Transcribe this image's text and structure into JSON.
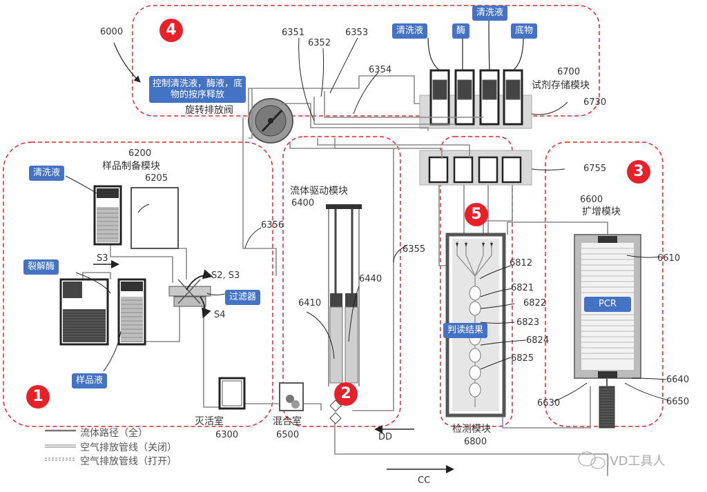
{
  "modules": {
    "system_id": "6000",
    "sample_prep": {
      "label": "样品制备模块",
      "id": "6200"
    },
    "fluid_drive": {
      "label": "流体驱动模块",
      "id": "6400"
    },
    "reagent_storage": {
      "id": "6700",
      "label": "试剂存储模块"
    },
    "amplification": {
      "id": "6600",
      "label": "扩增模块"
    },
    "detection": {
      "label": "检测模块",
      "id": "6800"
    },
    "rotary_valve": {
      "label": "旋转排放阀"
    },
    "inactivation_chamber": {
      "label": "灭活室",
      "id": "6300"
    },
    "mixing_chamber": {
      "label": "混合室",
      "id": "6500"
    }
  },
  "labels": {
    "l6205": "6205",
    "l6351": "6351",
    "l6352": "6352",
    "l6353": "6353",
    "l6354": "6354",
    "l6355": "6355",
    "l6356": "6356",
    "l6410": "6410",
    "l6440": "6440",
    "l6730": "6730",
    "l6755": "6755",
    "l6610": "6610",
    "l6640": "6640",
    "l6650": "6650",
    "l6630": "6630",
    "l6812": "6812",
    "l6821": "6821",
    "l6822": "6822",
    "l6823": "6823",
    "l6824": "6824",
    "l6825": "6825",
    "s2s3": "S2, S3",
    "s3": "S3",
    "s4": "S4",
    "dd": "DD",
    "cc": "CC"
  },
  "tags": {
    "wash_top": "清洗液",
    "enzyme": "酶",
    "wash_top2": "清洗液",
    "substrate": "底物",
    "valve_control": "控制清洗液，酶液，底物的按序释放",
    "wash_left": "清洗液",
    "lysis": "裂解酶",
    "filter": "过滤器",
    "sample": "样品液",
    "pcr": "PCR",
    "result": "判读结果"
  },
  "badges": {
    "b1": "1",
    "b2": "2",
    "b3": "3",
    "b4": "4",
    "b5": "5"
  },
  "legend": {
    "fluid_path": "流体路径（全）",
    "air_closed": "空气排放管线（关闭）",
    "air_open": "空气排放管线（打开）"
  },
  "watermark": "IVD工具人",
  "colors": {
    "badge": "#e8202a",
    "tag": "#4472c4",
    "dashed_region": "#e8202a"
  }
}
